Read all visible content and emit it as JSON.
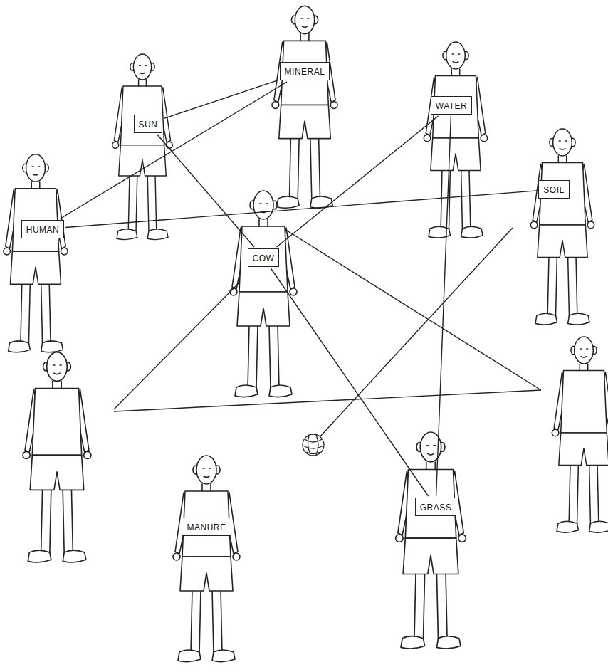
{
  "diagram": {
    "nodes": [
      {
        "text": [
          "SUN"
        ]
      },
      {
        "text": [
          "MINERAL"
        ]
      },
      {
        "text": [
          "WATER"
        ]
      },
      {
        "text": [
          "HUMAN"
        ]
      },
      {
        "text": [
          "SOIL"
        ]
      },
      {
        "text": [
          "COW"
        ]
      },
      {
        "text": [
          "GRASS"
        ]
      },
      {
        "text": [
          "MANURE"
        ]
      }
    ],
    "edges": [
      {
        "from": 0,
        "to": 1,
        "arrow": "none"
      },
      {
        "from": 1,
        "to": 3,
        "arrow": "none"
      },
      {
        "from": 3,
        "to": 4,
        "arrow": "none"
      },
      {
        "from": 0,
        "to": 5,
        "arrow": "none"
      },
      {
        "from": 2,
        "to": 5,
        "arrow": "none"
      },
      {
        "from": 2,
        "to": 6,
        "arrow": "none"
      },
      {
        "from": 5,
        "to": 6,
        "arrow": "none"
      }
    ]
  }
}
